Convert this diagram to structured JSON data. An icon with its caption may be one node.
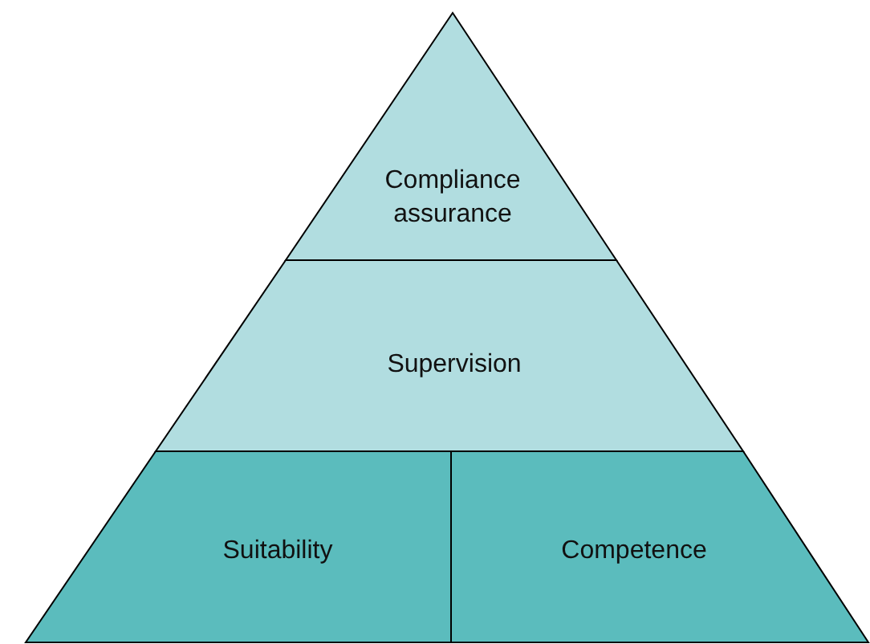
{
  "diagram": {
    "nodes": [
      {
        "text": [
          "Compliance assurance"
        ]
      },
      {
        "text": [
          "Supervision"
        ]
      },
      {
        "text": [
          "Suitability"
        ]
      },
      {
        "text": [
          "Competence"
        ]
      }
    ]
  }
}
